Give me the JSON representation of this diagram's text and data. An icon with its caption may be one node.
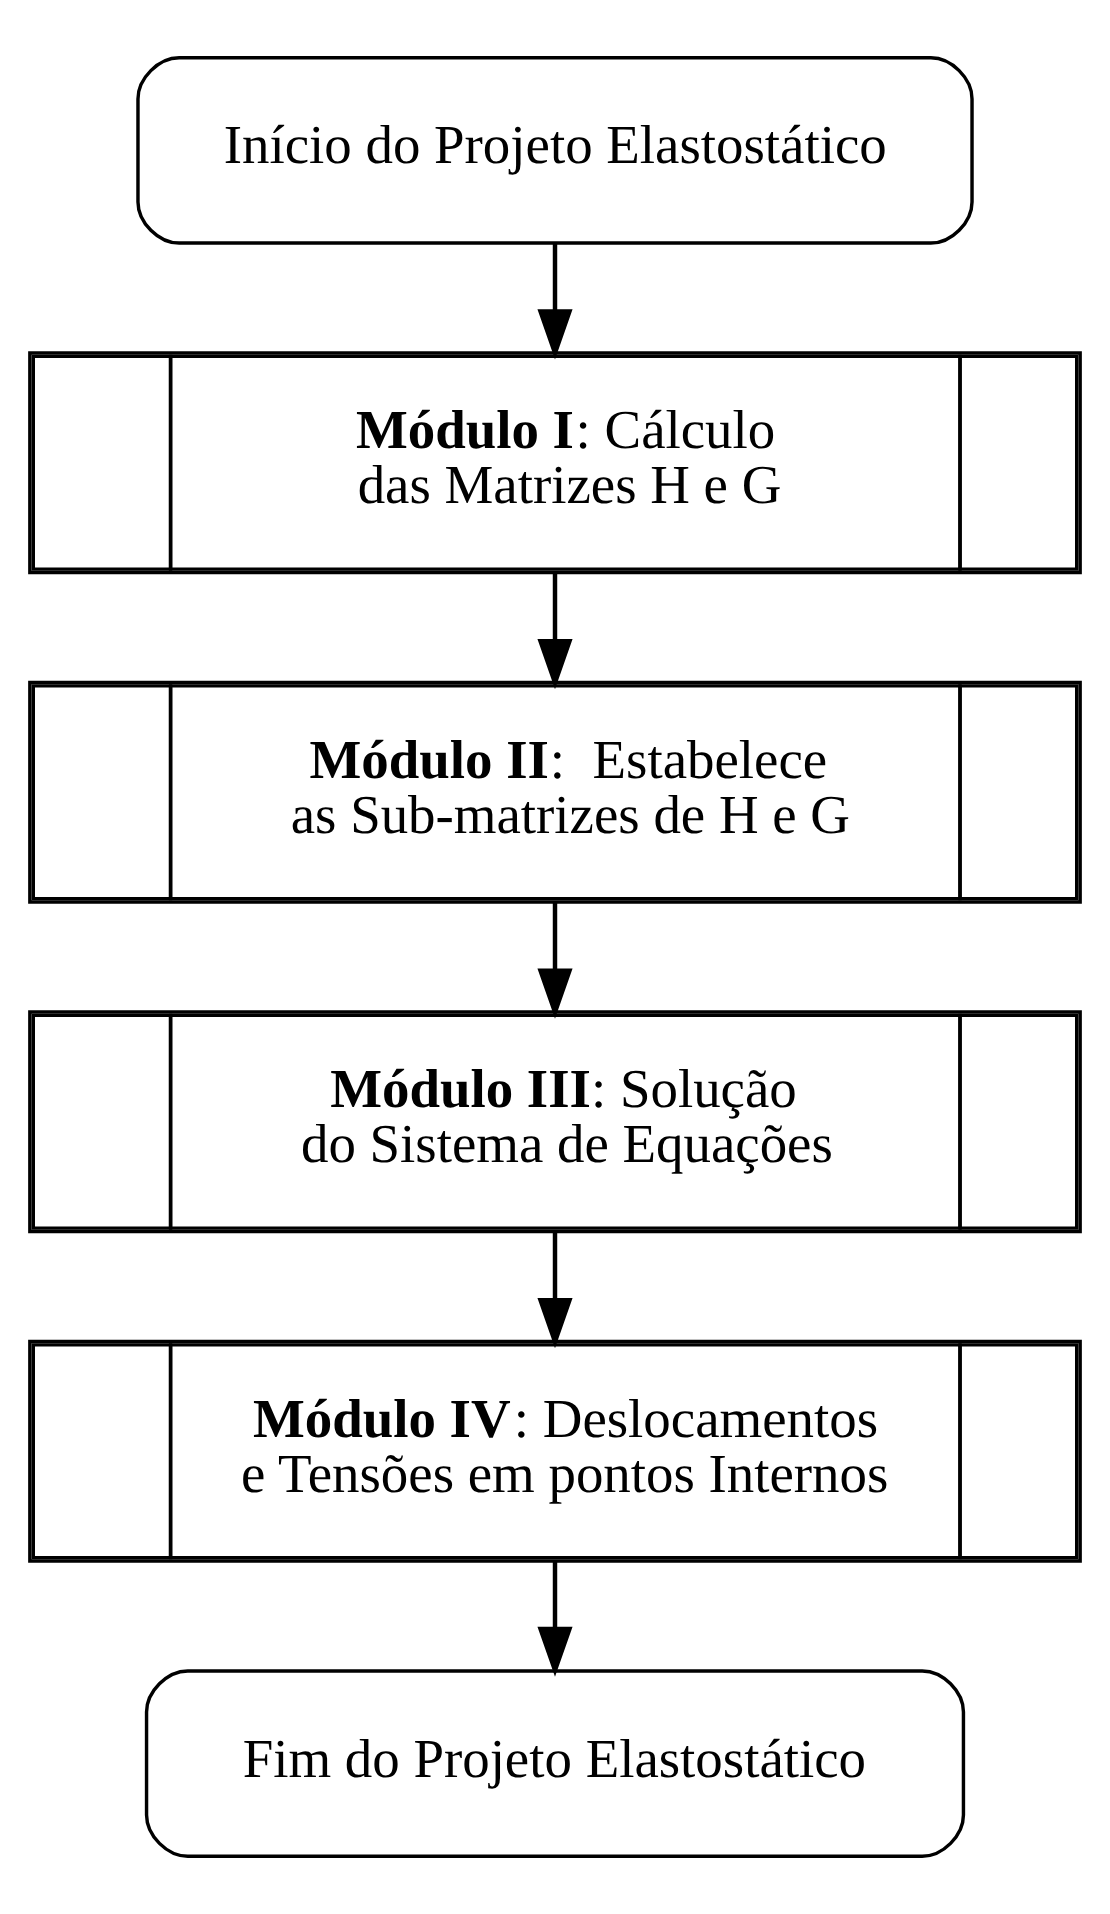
{
  "diagram": {
    "nodes": [
      {
        "text": [
          "Início do Projeto Elastostático"
        ]
      },
      {
        "text": [
          "**Módulo I**: Cálculo das Matrizes H e G"
        ]
      },
      {
        "text": [
          "**Módulo II**:  Estabelece as Sub-matrizes de H e G"
        ]
      },
      {
        "text": [
          "**Módulo III**: Solução do Sistema de Equações"
        ]
      },
      {
        "text": [
          "**Módulo IV**: Deslocamentos e Tensões em pontos Internos"
        ]
      },
      {
        "text": [
          "Fim do Projeto Elastostático"
        ]
      }
    ],
    "edges": [
      {
        "from": 0,
        "to": 1,
        "arrow": "to"
      },
      {
        "from": 1,
        "to": 2,
        "arrow": "to"
      },
      {
        "from": 2,
        "to": 3,
        "arrow": "to"
      },
      {
        "from": 3,
        "to": 4,
        "arrow": "to"
      },
      {
        "from": 4,
        "to": 5,
        "arrow": "to"
      }
    ]
  }
}
